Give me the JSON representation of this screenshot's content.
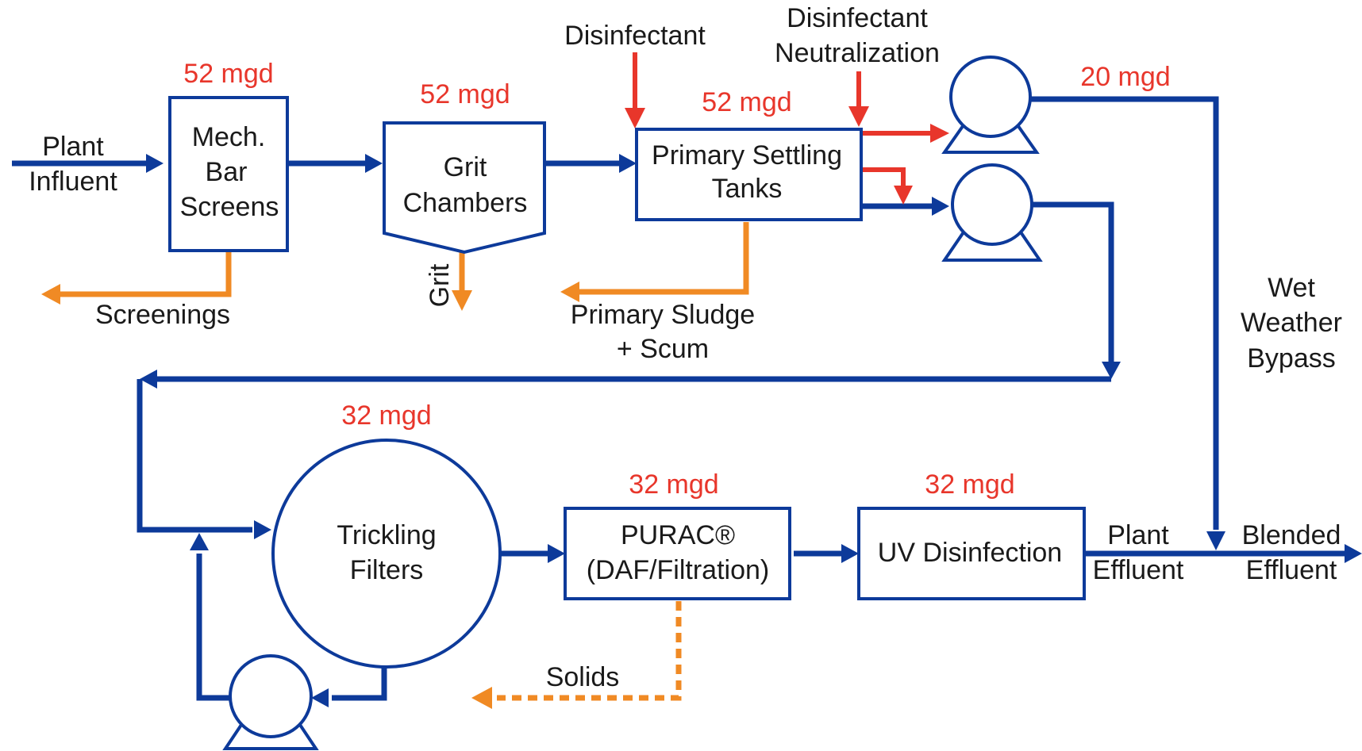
{
  "title_fragment": "",
  "units": {
    "bar_screens": [
      "Mech.",
      "Bar",
      "Screens"
    ],
    "grit_chambers": [
      "Grit",
      "Chambers"
    ],
    "primary_tanks": [
      "Primary Settling",
      "Tanks"
    ],
    "trickling_filters": [
      "Trickling",
      "Filters"
    ],
    "purac": [
      "PURAC®",
      "(DAF/Filtration)"
    ],
    "uv": "UV Disinfection"
  },
  "flows": {
    "bar_screens": "52 mgd",
    "grit_chambers": "52 mgd",
    "primary_tanks": "52 mgd",
    "bypass": "20 mgd",
    "trickling_filters": "32 mgd",
    "purac": "32 mgd",
    "uv": "32 mgd"
  },
  "labels": {
    "influent": [
      "Plant",
      "Influent"
    ],
    "screenings": "Screenings",
    "grit": "Grit",
    "sludge": [
      "Primary Sludge",
      "+ Scum"
    ],
    "disinfectant": "Disinfectant",
    "neutralization": [
      "Disinfectant",
      "Neutralization"
    ],
    "bypass": [
      "Wet",
      "Weather",
      "Bypass"
    ],
    "plant_effluent": [
      "Plant",
      "Effluent"
    ],
    "blended_effluent": [
      "Blended",
      "Effluent"
    ],
    "solids": "Solids"
  },
  "colors": {
    "process_line": "#0d3a9a",
    "solids_line": "#f08a24",
    "chemical_line": "#e8362b",
    "flow_label": "#e8362b"
  },
  "icons": [
    "pump-icon"
  ]
}
